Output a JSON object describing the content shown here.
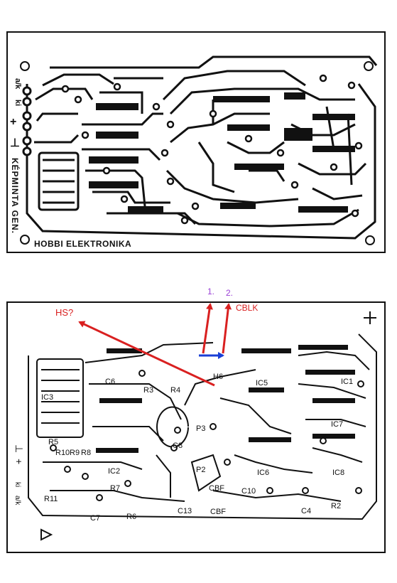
{
  "top_board": {
    "title": "HOBBI ELEKTRONIKA",
    "side_title": "KÉPMINTA GEN.",
    "connector_labels": [
      "a/k",
      "ki",
      "+",
      "⊥"
    ]
  },
  "bottom_board": {
    "components": [
      "R3",
      "R4",
      "R5",
      "R6",
      "R7",
      "R8",
      "R9",
      "R10",
      "R11",
      "R2",
      "C6",
      "C7",
      "C8",
      "C13",
      "C4",
      "C10",
      "IC1",
      "IC2",
      "IC3",
      "IC5",
      "IC6",
      "IC7",
      "IC8",
      "P2",
      "P3",
      "CBF",
      "CBF",
      "H6"
    ],
    "connector_labels": [
      "⊥",
      "+",
      "ki",
      "a/k"
    ]
  },
  "annotations": {
    "hs_label": "HS?",
    "label_1": "1.",
    "label_2": "2.",
    "cblk_label": "CBLK"
  },
  "colors": {
    "red": "#d92020",
    "blue": "#1a3fd6",
    "purple": "#9a3fd6",
    "ink": "#111111"
  }
}
